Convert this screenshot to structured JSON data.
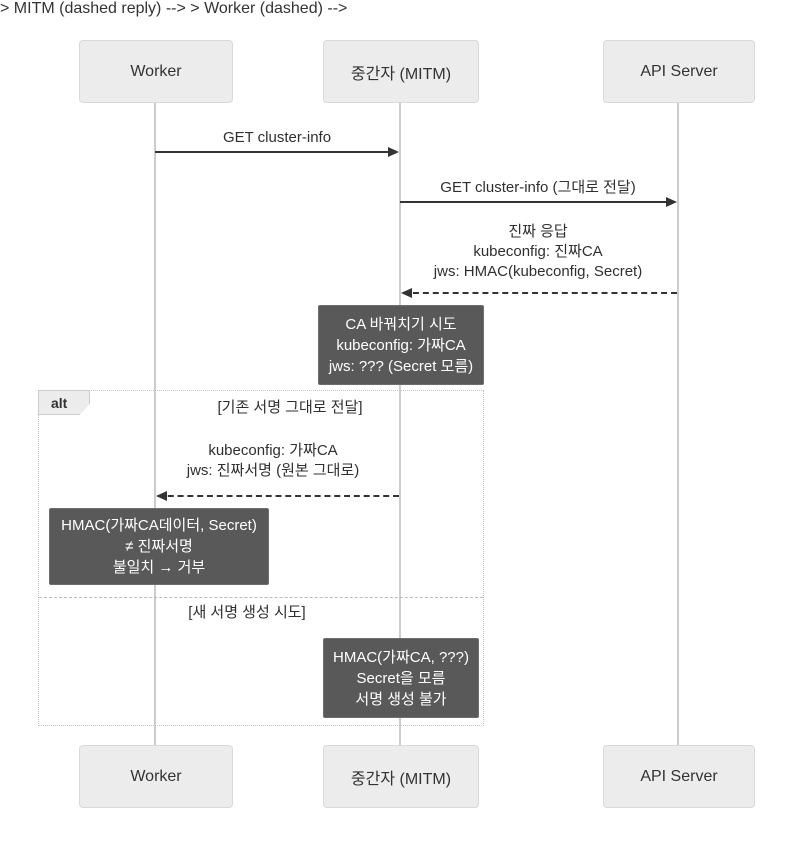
{
  "actors": {
    "worker": "Worker",
    "mitm": "중간자 (MITM)",
    "api_server": "API Server"
  },
  "messages": {
    "m1": {
      "label": "GET cluster-info"
    },
    "m2": {
      "label": "GET cluster-info (그대로 전달)"
    },
    "m3": {
      "line1": "진짜 응답",
      "line2": "kubeconfig: 진짜CA",
      "line3": "jws: HMAC(kubeconfig, Secret)"
    },
    "m4": {
      "line1": "kubeconfig: 가짜CA",
      "line2": "jws: 진짜서명 (원본 그대로)"
    }
  },
  "notes": {
    "ca_swap": {
      "line1": "CA 바꿔치기 시도",
      "line2": "kubeconfig: 가짜CA",
      "line3": "jws: ??? (Secret 모름)"
    },
    "worker_verify": {
      "line1": "HMAC(가짜CA데이터, Secret)",
      "line2": "≠ 진짜서명",
      "line3": "불일치 → 거부"
    },
    "forge_fail": {
      "line1": "HMAC(가짜CA, ???)",
      "line2": "Secret을 모름",
      "line3": "서명 생성 불가"
    }
  },
  "alt_frame": {
    "label": "alt",
    "condition1": "[기존 서명 그대로 전달]",
    "condition2": "[새 서명 생성 시도]"
  },
  "colors": {
    "note_bg": "#595959",
    "note_text": "#ffffff",
    "arrow": "#333333",
    "actor_bg": "#ececec",
    "actor_border": "#d9d9d9",
    "lifeline": "#cccccc",
    "frame_border": "#c3c3c3"
  }
}
